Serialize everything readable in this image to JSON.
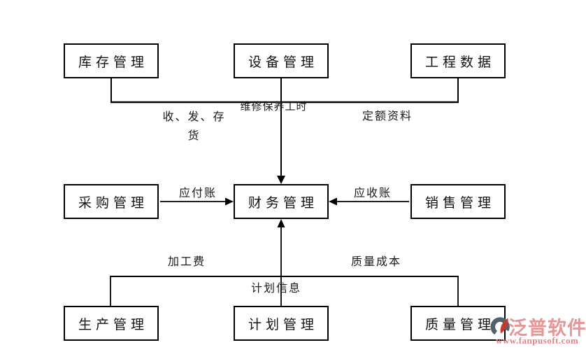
{
  "diagram": {
    "nodes": {
      "inventory": "库存管理",
      "equipment": "设备管理",
      "engineering_data": "工程数据",
      "procurement": "采购管理",
      "finance": "财务管理",
      "sales": "销售管理",
      "production": "生产管理",
      "planning": "计划管理",
      "quality": "质量管理"
    },
    "edge_labels": {
      "inventory_to_finance_line1": "收、发、存",
      "inventory_to_finance_line2": "货",
      "equipment_to_finance": "维修保养工时",
      "engineering_to_finance": "定额资料",
      "procurement_to_finance": "应付账",
      "sales_to_finance": "应收账",
      "production_to_finance": "加工费",
      "quality_to_finance": "质量成本",
      "planning_to_finance": "计划信息"
    },
    "line_color": "#000000"
  },
  "watermark": {
    "brand": "泛普软件",
    "url": "www.fanpusoft.com",
    "text_color": "#e59697",
    "url_color": "#e08586",
    "mark_dark_color": "#51626f",
    "mark_red_color": "#c5382e"
  }
}
